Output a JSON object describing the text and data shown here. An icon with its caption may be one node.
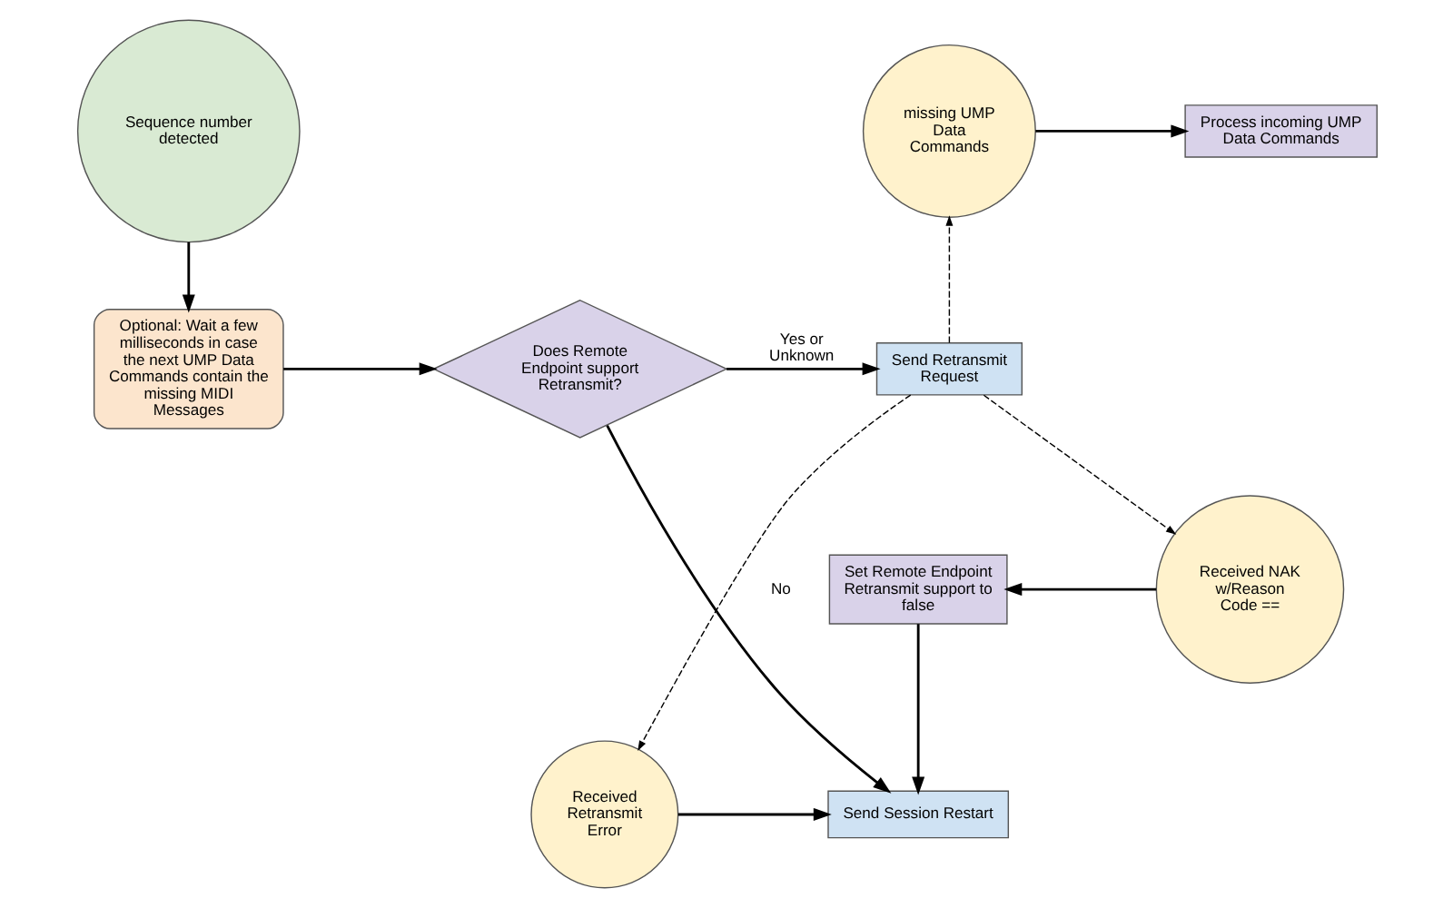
{
  "diagram": {
    "nodes": [
      {
        "text": [
          "Sequence number detected"
        ]
      },
      {
        "text": [
          "Process incoming UMP Data Commands"
        ]
      },
      {
        "text": [
          "missing UMP Data Commands"
        ]
      },
      {
        "text": [
          "Optional: Wait a few milliseconds in case the next UMP Data Commands contain the missing MIDI Messages"
        ]
      },
      {
        "text": [
          "Does Remote Endpoint support Retransmit?"
        ]
      },
      {
        "text": [
          "Send Retransmit Request"
        ]
      },
      {
        "text": [
          "Send Session Restart"
        ]
      },
      {
        "text": [
          "Received Retransmit Error"
        ]
      },
      {
        "text": [
          "Set Remote Endpoint Retransmit support to false"
        ]
      },
      {
        "text": [
          "Received NAK w/Reason Code =="
        ]
      }
    ],
    "edges": [
      {
        "from": 0,
        "to": 3,
        "arrow": "to"
      },
      {
        "from": 2,
        "to": 1,
        "arrow": "to"
      },
      {
        "from": 3,
        "to": 4,
        "arrow": "to"
      },
      {
        "from": 4,
        "to": 5,
        "arrow": "to",
        "label": "Yes or Unknown"
      },
      {
        "from": 4,
        "to": 6,
        "arrow": "to",
        "label": "No"
      },
      {
        "from": 5,
        "to": 2,
        "arrow": "to",
        "style": "dashed"
      },
      {
        "from": 5,
        "to": 7,
        "arrow": "to",
        "style": "dashed"
      },
      {
        "from": 5,
        "to": 9,
        "arrow": "to",
        "style": "dashed"
      },
      {
        "from": 7,
        "to": 6,
        "arrow": "to"
      },
      {
        "from": 9,
        "to": 8,
        "arrow": "to"
      },
      {
        "from": 8,
        "to": 6,
        "arrow": "to"
      }
    ]
  }
}
